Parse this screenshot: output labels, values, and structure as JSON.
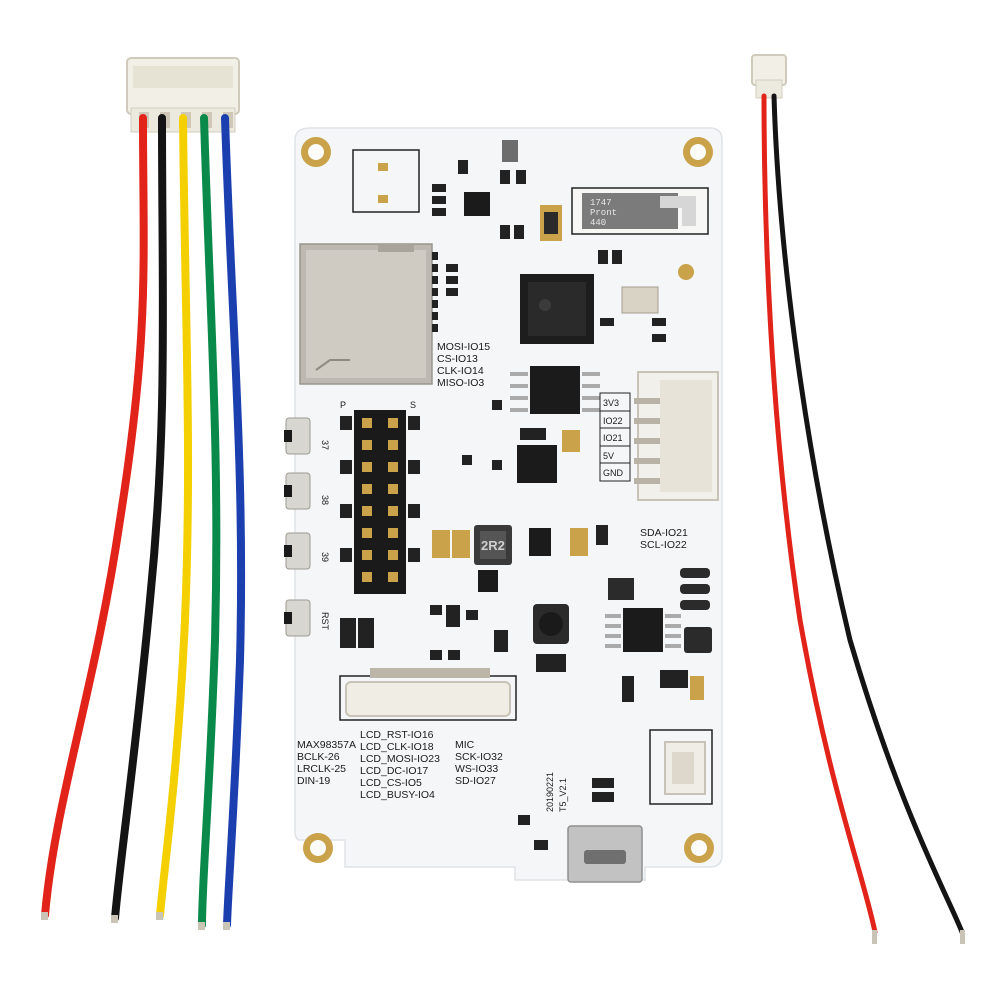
{
  "labels": {
    "sd_pins": [
      "MOSI-IO15",
      "CS-IO13",
      "CLK-IO14",
      "MISO-IO3"
    ],
    "i2c_header": [
      "3V3",
      "IO22",
      "IO21",
      "5V",
      "GND"
    ],
    "i2c_pins": [
      "SDA-IO21",
      "SCL-IO22"
    ],
    "buttons": [
      "37",
      "38",
      "39",
      "RST"
    ],
    "header_ends": [
      "P",
      "S"
    ],
    "amp": [
      "MAX98357A",
      "BCLK-26",
      "LRCLK-25",
      "DIN-19"
    ],
    "lcd": [
      "LCD_RST-IO16",
      "LCD_CLK-IO18",
      "LCD_MOSI-IO23",
      "LCD_DC-IO17",
      "LCD_CS-IO5",
      "LCD_BUSY-IO4"
    ],
    "mic": [
      "MIC",
      "SCK-IO32",
      "WS-IO33",
      "SD-IO27"
    ],
    "date": "20190221",
    "version": "T5_V2.1",
    "inductor": "2R2",
    "antenna_lines": [
      "1747",
      "Pront",
      "440"
    ]
  },
  "colors": {
    "board": "#f4f6f8",
    "wire_red": "#e2231a",
    "wire_black": "#141414",
    "wire_yellow": "#f5d000",
    "wire_green": "#0a8a4a",
    "wire_blue": "#1c3fb0",
    "gold": "#c9a24a"
  }
}
